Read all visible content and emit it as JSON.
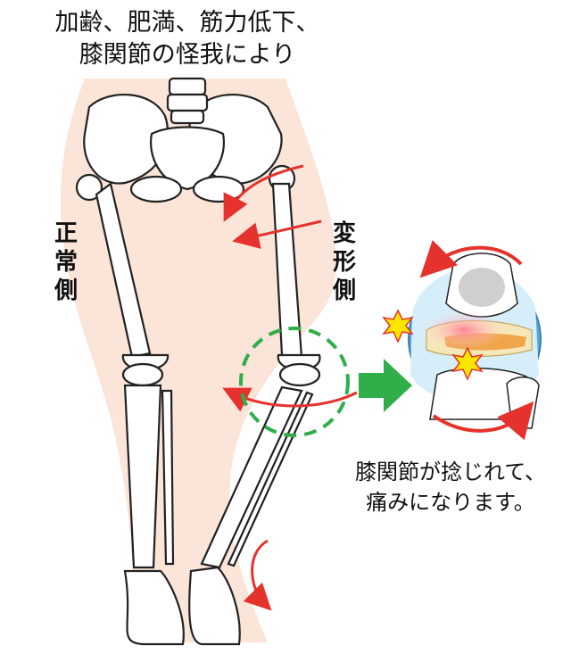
{
  "title": {
    "line1": "加齢、肥満、筋力低下、",
    "line2": "膝関節の怪我により"
  },
  "labels": {
    "normal_side": [
      "正",
      "常",
      "側"
    ],
    "deformed_side": [
      "変",
      "形",
      "側"
    ]
  },
  "caption": {
    "line1": "膝関節が捻じれて、",
    "line2": "痛みになります。"
  },
  "colors": {
    "skin": "#fbe4d8",
    "bone_outline": "#222222",
    "arrow_red": "#e5322d",
    "highlight_green": "#2fae4a",
    "knee_blue": "#5aa9d6",
    "inflammation_pink": "#f3a6b5",
    "pain_yellow": "#ffe600"
  }
}
